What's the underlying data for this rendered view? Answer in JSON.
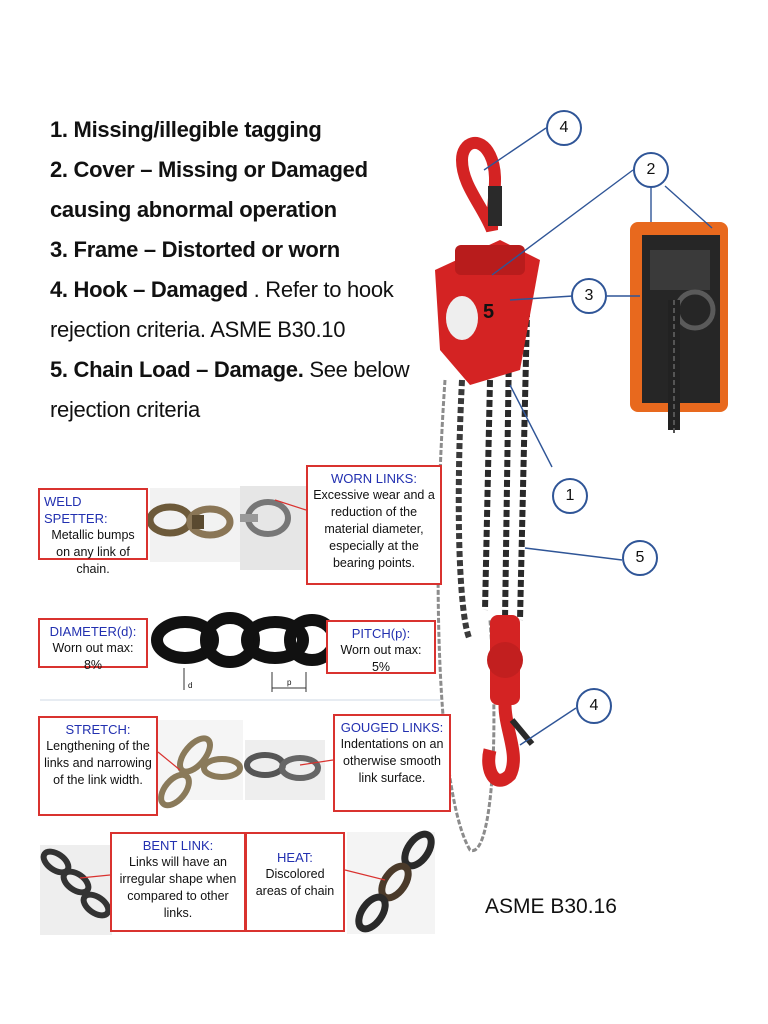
{
  "inspection_list": [
    {
      "bold": "1. Missing/illegible tagging",
      "rest": ""
    },
    {
      "bold": "2. Cover – Missing or Damaged causing abnormal operation",
      "rest": ""
    },
    {
      "bold": "3. Frame – Distorted or worn",
      "rest": ""
    },
    {
      "bold": "4. Hook – Damaged",
      "rest": " . Refer to hook rejection criteria. ASME B30.10"
    },
    {
      "bold": "5. Chain Load – Damage.",
      "rest": " See below rejection criteria"
    }
  ],
  "defects": {
    "weld_spetter": {
      "title": "WELD SPETTER:",
      "desc": "Metallic bumps on any link of chain."
    },
    "worn_links": {
      "title": "WORN LINKS:",
      "desc": "Excessive wear and a reduction of the material diameter, especially at the bearing points."
    },
    "diameter": {
      "title": "DIAMETER(d):",
      "desc": "Worn out max: 8%"
    },
    "pitch": {
      "title": "PITCH(p):",
      "desc": "Worn out max: 5%"
    },
    "stretch": {
      "title": "STRETCH:",
      "desc": "Lengthening of the links and narrowing of the link width."
    },
    "gouged_links": {
      "title": "GOUGED LINKS:",
      "desc": "Indentations on an otherwise smooth link surface."
    },
    "bent_link": {
      "title": "BENT LINK:",
      "desc": "Links will have an irregular shape when compared to other links."
    },
    "heat": {
      "title": "HEAT:",
      "desc": "Discolored areas of chain"
    }
  },
  "diagram_labels": {
    "d": "d",
    "p": "p",
    "hoist_badge": "5"
  },
  "callouts": {
    "c4_top": "4",
    "c2": "2",
    "c3": "3",
    "c1": "1",
    "c5": "5",
    "c4_bottom": "4"
  },
  "standard_label": "ASME B30.16",
  "colors": {
    "accent_red": "#d9322f",
    "title_blue": "#2230b0",
    "callout_border": "#2f5597",
    "hoist_red": "#d42323",
    "cover_orange": "#e8691e"
  }
}
